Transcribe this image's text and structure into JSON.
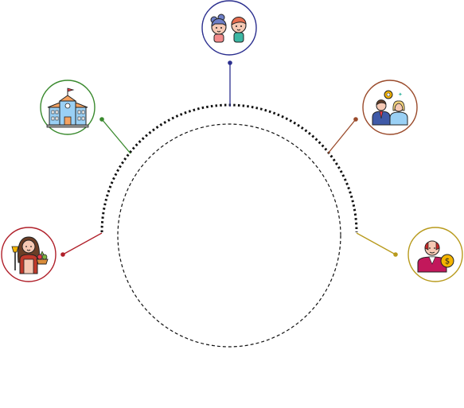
{
  "diagram": {
    "center_label": "",
    "nodes": [
      {
        "id": "children",
        "icon": "children-icon",
        "ring_color": "#2b2f8f",
        "connector_color": "#2b2f8f"
      },
      {
        "id": "school",
        "icon": "school-building-icon",
        "ring_color": "#3a8a2e",
        "connector_color": "#3a8a2e"
      },
      {
        "id": "employees",
        "icon": "business-team-icon",
        "ring_color": "#9a4a2a",
        "connector_color": "#9a4a2a"
      },
      {
        "id": "homemaker",
        "icon": "homemaker-woman-icon",
        "ring_color": "#b0202a",
        "connector_color": "#b0202a"
      },
      {
        "id": "retiree",
        "icon": "retired-man-money-icon",
        "ring_color": "#b89a1c",
        "connector_color": "#b89a1c"
      }
    ]
  }
}
